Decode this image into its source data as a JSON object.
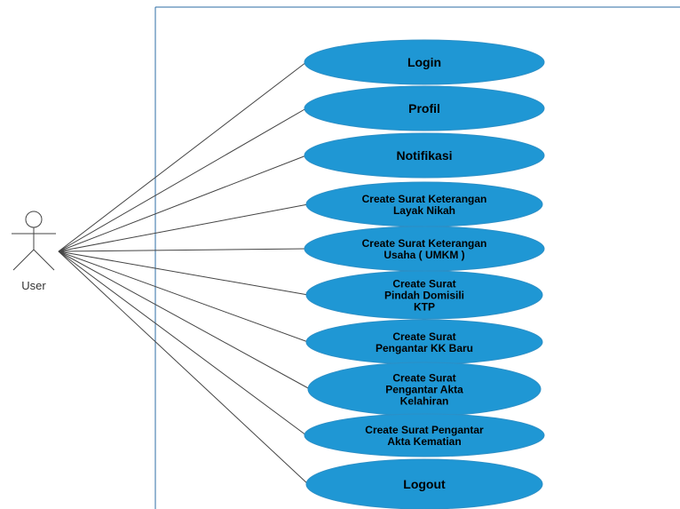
{
  "colors": {
    "boundary": "#2e6da4",
    "usecase_fill": "#1f97d4",
    "usecase_stroke": "#2c8fc6",
    "line": "#444444",
    "text": "#000000"
  },
  "actor": {
    "name": "User"
  },
  "use_cases": [
    {
      "lines": [
        "Login"
      ]
    },
    {
      "lines": [
        "Profil"
      ]
    },
    {
      "lines": [
        "Notifikasi"
      ]
    },
    {
      "lines": [
        "Create Surat Keterangan",
        "Layak Nikah"
      ]
    },
    {
      "lines": [
        "Create Surat Keterangan",
        "Usaha ( UMKM )"
      ]
    },
    {
      "lines": [
        "Create Surat",
        "Pindah Domisili",
        "KTP"
      ]
    },
    {
      "lines": [
        "Create Surat",
        "Pengantar KK Baru"
      ]
    },
    {
      "lines": [
        "Create Surat",
        "Pengantar Akta",
        "Kelahiran"
      ]
    },
    {
      "lines": [
        "Create Surat Pengantar",
        "Akta Kematian"
      ]
    },
    {
      "lines": [
        "Logout"
      ]
    }
  ]
}
